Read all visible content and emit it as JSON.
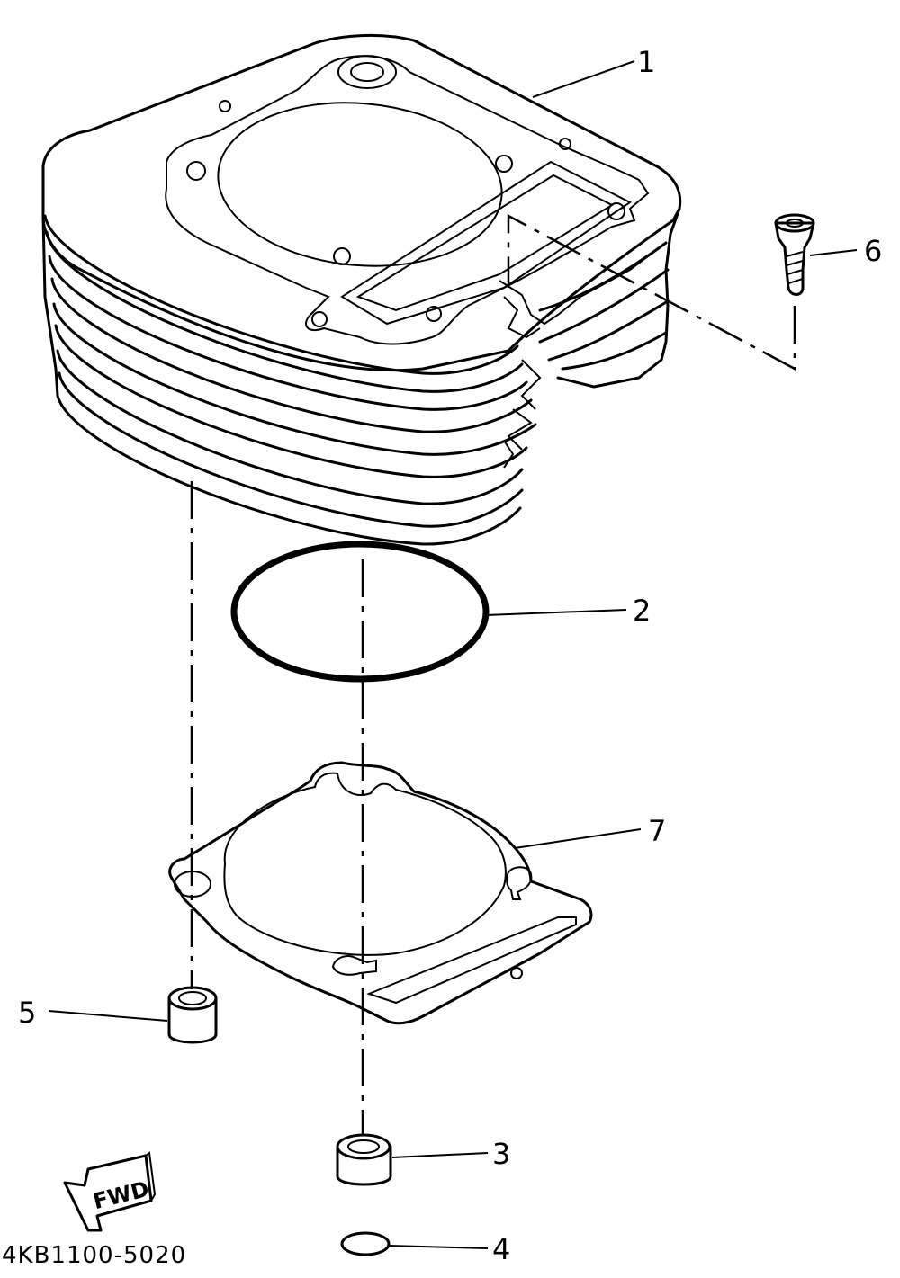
{
  "diagram": {
    "callouts": {
      "p1": "1",
      "p2": "2",
      "p3": "3",
      "p4": "4",
      "p5": "5",
      "p6": "6",
      "p7": "7"
    },
    "fwd_label": "FWD",
    "drawing_code": "4KB1100-5020"
  }
}
